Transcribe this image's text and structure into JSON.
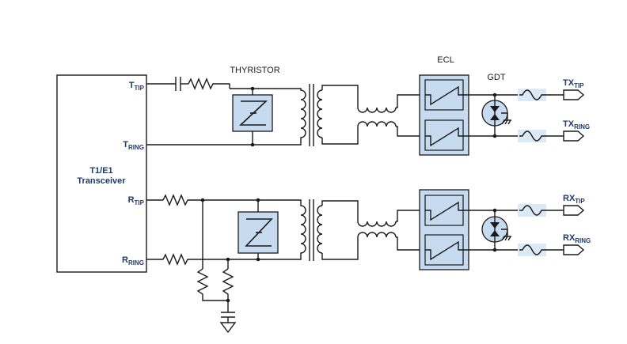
{
  "transceiver": {
    "line1": "T1/E1",
    "line2": "Transceiver"
  },
  "pins": {
    "t_tip": {
      "main": "T",
      "sub": "TIP"
    },
    "t_ring": {
      "main": "T",
      "sub": "RING"
    },
    "r_tip": {
      "main": "R",
      "sub": "TIP"
    },
    "r_ring": {
      "main": "R",
      "sub": "RING"
    }
  },
  "labels": {
    "thyristor": "THYRISTOR",
    "ecl": "ECL",
    "gdt": "GDT"
  },
  "ports": {
    "tx_tip": {
      "main": "TX",
      "sub": "TIP"
    },
    "tx_ring": {
      "main": "TX",
      "sub": "RING"
    },
    "rx_tip": {
      "main": "RX",
      "sub": "TIP"
    },
    "rx_ring": {
      "main": "RX",
      "sub": "RING"
    }
  },
  "colors": {
    "accent_fill": "#c6dbef",
    "label_text": "#1f3a68",
    "wire": "#1a1a1a"
  }
}
